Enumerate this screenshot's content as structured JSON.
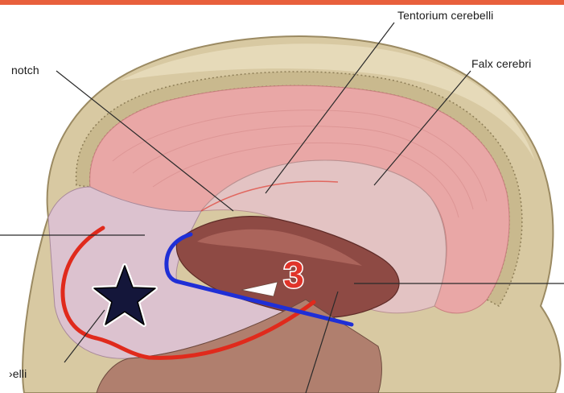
{
  "labels": {
    "tentorium": "Tentorium cerebelli",
    "falx": "Falx cerebri",
    "notch": "notch",
    "cerebelli_partial": "›elli"
  },
  "markers": {
    "number": "3",
    "star": "star-icon"
  },
  "colors": {
    "top_bar": "#e8603c",
    "skull_bone": "#d9cba3",
    "dura_pink": "#e9a7a6",
    "red_outline": "#e02a1c",
    "blue_outline": "#1f2fd6",
    "star_fill": "#14163a",
    "number_red": "#e0342a"
  }
}
